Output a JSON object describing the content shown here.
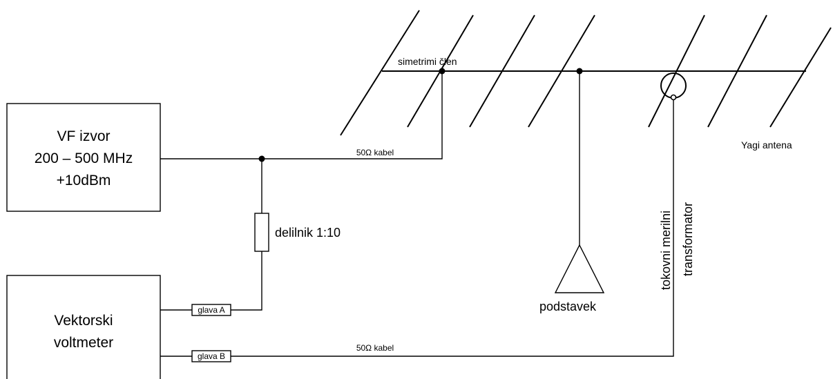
{
  "source": {
    "line1": "VF izvor",
    "line2": "200 – 500 MHz",
    "line3": "+10dBm"
  },
  "voltmeter": {
    "line1": "Vektorski",
    "line2": "voltmeter"
  },
  "divider_label": "delilnik 1:10",
  "head_a": "glava A",
  "head_b": "glava B",
  "cable_top": "50Ω kabel",
  "cable_bottom": "50Ω kabel",
  "balun_label": "simetrimi člen",
  "antenna_label": "Yagi antena",
  "stand_label": "podstavek",
  "ct_label": {
    "line1": "tokovni merilni",
    "line2": "transformator"
  }
}
